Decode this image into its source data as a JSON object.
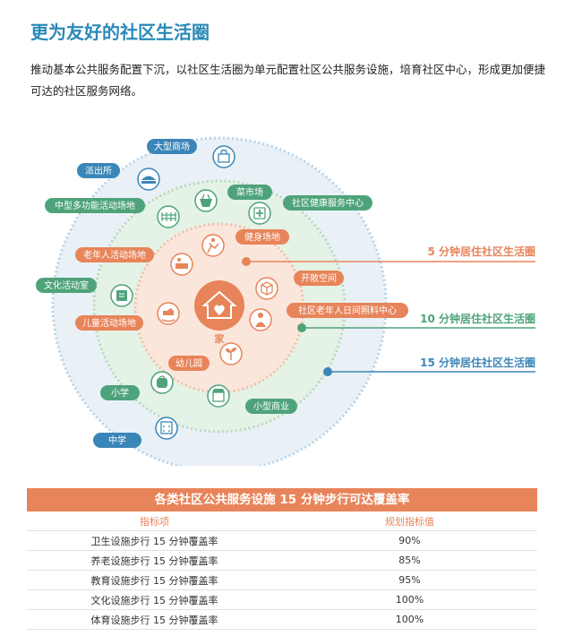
{
  "title": "更为友好的社区生活圈",
  "intro": "推动基本公共服务配置下沉，以社区生活圈为单元配置社区公共服务设施，培育社区中心，形成更加便捷可达的社区服务网络。",
  "diagram": {
    "center": "家",
    "rings": [
      "5 分钟居住社区生活圈",
      "10 分钟居住社区生活圈",
      "15 分钟居住社区生活圈"
    ],
    "facilities": {
      "mall": "大型商场",
      "police": "派出所",
      "market": "菜市场",
      "health_center": "社区健康服务中心",
      "multi_venue": "中型多功能活动场地",
      "fitness": "健身场地",
      "elderly_venue": "老年人活动场地",
      "open_space": "开敞空间",
      "culture_room": "文化活动室",
      "elderly_care": "社区老年人日间照料中心",
      "children_venue": "儿童活动场地",
      "kindergarten": "幼儿园",
      "primary_school": "小学",
      "small_business": "小型商业",
      "middle_school": "中学"
    }
  },
  "table": {
    "title": "各类社区公共服务设施 15 分钟步行可达覆盖率",
    "headers": [
      "指标项",
      "规划指标值"
    ],
    "rows": [
      [
        "卫生设施步行 15 分钟覆盖率",
        "90%"
      ],
      [
        "养老设施步行 15 分钟覆盖率",
        "85%"
      ],
      [
        "教育设施步行 15 分钟覆盖率",
        "95%"
      ],
      [
        "文化设施步行 15 分钟覆盖率",
        "100%"
      ],
      [
        "体育设施步行 15 分钟覆盖率",
        "100%"
      ]
    ]
  },
  "colors": {
    "accent_blue": "#2a89b7",
    "orange": "#e8845a",
    "green": "#4fa37a",
    "blue": "#3b86b8"
  }
}
